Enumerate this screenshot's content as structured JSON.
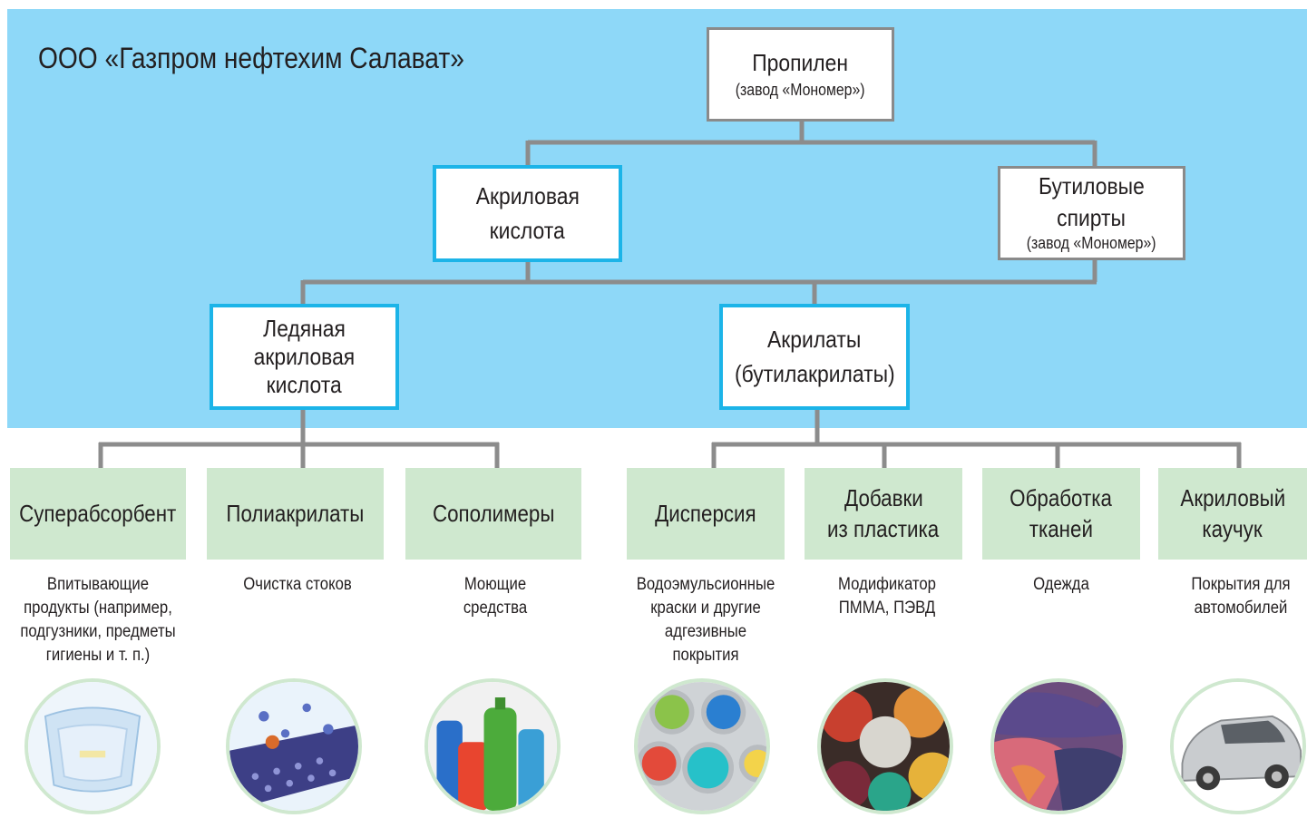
{
  "company": "ООО «Газпром нефтехим Салават»",
  "nodes": {
    "propylene": {
      "title": "Пропилен",
      "sub": "(завод «Мономер»)"
    },
    "acrylic_acid": {
      "line1": "Акриловая",
      "line2": "кислота"
    },
    "butyl_alcohols": {
      "line1": "Бутиловые",
      "line2": "спирты",
      "sub": "(завод «Мономер»)"
    },
    "glacial_acid": {
      "line1": "Ледяная",
      "line2": "акриловая",
      "line3": "кислота"
    },
    "acrylates": {
      "line1": "Акрилаты",
      "line2": "(бутилакрилаты)"
    }
  },
  "products": [
    {
      "label1": "Суперабсорбент",
      "label2": "",
      "desc": [
        "Впитывающие",
        "продукты (например,",
        "подгузники, предметы",
        "гигиены и т. п.)"
      ],
      "image": "diaper-icon"
    },
    {
      "label1": "Полиакрилаты",
      "label2": "",
      "desc": [
        "Очистка стоков"
      ],
      "image": "water-filter-icon"
    },
    {
      "label1": "Сополимеры",
      "label2": "",
      "desc": [
        "Моющие",
        "средства"
      ],
      "image": "detergent-bottles-icon"
    },
    {
      "label1": "Дисперсия",
      "label2": "",
      "desc": [
        "Водоэмульсионные",
        "краски и другие",
        "адгезивные",
        "покрытия"
      ],
      "image": "paint-cans-icon"
    },
    {
      "label1": "Добавки",
      "label2": "из пластика",
      "desc": [
        "Модификатор",
        "ПММА, ПЭВД"
      ],
      "image": "plastic-granules-icon"
    },
    {
      "label1": "Обработка",
      "label2": "тканей",
      "desc": [
        "Одежда"
      ],
      "image": "fabric-icon"
    },
    {
      "label1": "Акриловый",
      "label2": "каучук",
      "desc": [
        "Покрытия для",
        "автомобилей"
      ],
      "image": "car-icon"
    }
  ],
  "colors": {
    "panel": "#8ed8f8",
    "blue_border": "#1cb4e8",
    "gray_border": "#8a8a8a",
    "product_fill": "#cfe8cf",
    "connector": "#8c8c8c"
  }
}
